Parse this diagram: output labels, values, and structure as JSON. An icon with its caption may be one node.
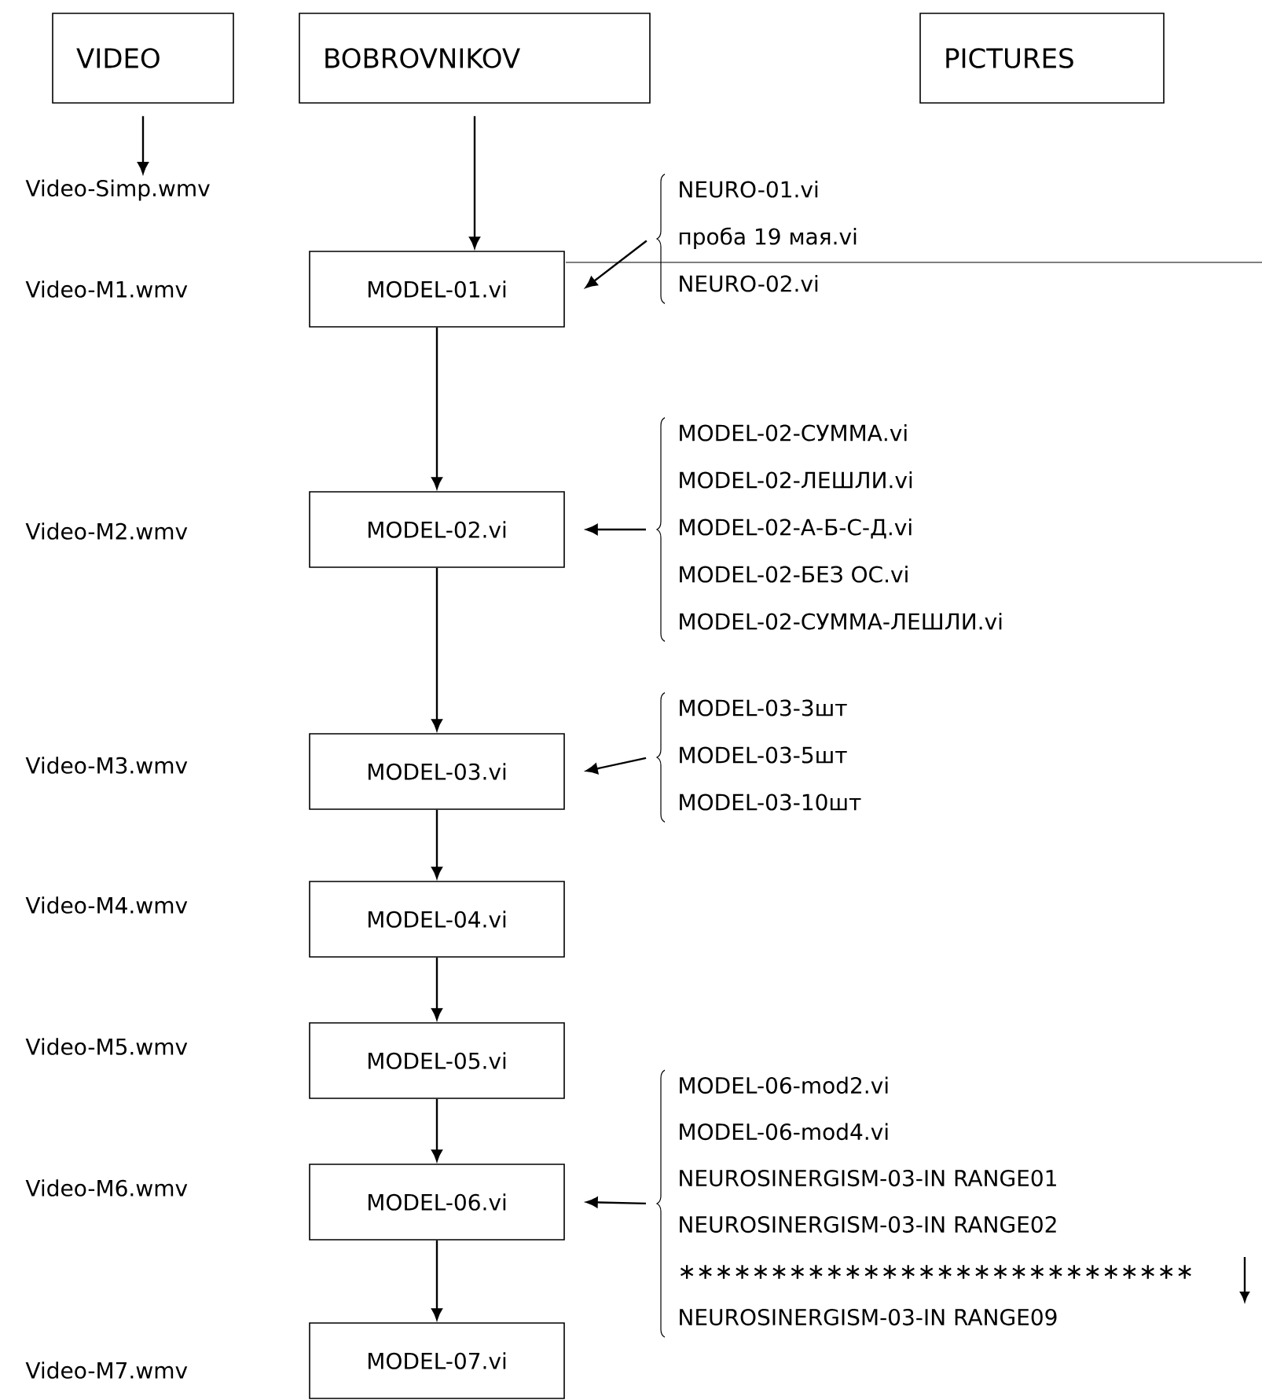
{
  "diagram": {
    "nodes": [
      {
        "text": [
          "VIDEO"
        ]
      },
      {
        "text": [
          "BOBROVNIKOV"
        ]
      },
      {
        "text": [
          "PICTURES"
        ]
      },
      {
        "text": [
          "Video-Simp.wmv"
        ]
      },
      {
        "text": [
          "MODEL-01.vi"
        ]
      },
      {
        "text": [
          "MODEL-02.vi"
        ]
      },
      {
        "text": [
          "MODEL-03.vi"
        ]
      },
      {
        "text": [
          "MODEL-04.vi"
        ]
      },
      {
        "text": [
          "MODEL-05.vi"
        ]
      },
      {
        "text": [
          "MODEL-06.vi"
        ]
      },
      {
        "text": [
          "MODEL-07.vi"
        ]
      },
      {
        "text": [
          "NEURO-01.vi",
          "проба 19 мая.vi",
          "NEURO-02.vi"
        ]
      },
      {
        "text": [
          "MODEL-02-СУММА.vi",
          "MODEL-02-ЛЕШЛИ.vi",
          "MODEL-02-А-Б-С-Д.vi",
          "MODEL-02-БЕЗ ОС.vi",
          "MODEL-02-СУММА-ЛЕШЛИ.vi"
        ]
      },
      {
        "text": [
          "MODEL-03-3шт",
          "MODEL-03-5шт",
          "MODEL-03-10шт"
        ]
      },
      {
        "text": [
          "MODEL-06-mod2.vi",
          "MODEL-06-mod4.vi",
          "NEUROSINERGISM-03-IN RANGE01",
          "NEUROSINERGISM-03-IN RANGE02",
          "∗∗∗∗∗∗∗∗∗∗∗∗∗∗∗∗∗∗∗∗∗∗∗∗∗∗∗∗",
          "NEUROSINERGISM-03-IN RANGE09"
        ]
      }
    ],
    "edges": [
      {
        "from": 0,
        "to": 3,
        "arrow": "to"
      },
      {
        "from": 1,
        "to": 4,
        "arrow": "to"
      },
      {
        "from": 4,
        "to": 5,
        "arrow": "to"
      },
      {
        "from": 5,
        "to": 6,
        "arrow": "to"
      },
      {
        "from": 6,
        "to": 7,
        "arrow": "to"
      },
      {
        "from": 7,
        "to": 8,
        "arrow": "to"
      },
      {
        "from": 8,
        "to": 9,
        "arrow": "to"
      },
      {
        "from": 9,
        "to": 10,
        "arrow": "to"
      },
      {
        "from": 11,
        "to": 4,
        "arrow": "to"
      },
      {
        "from": 12,
        "to": 5,
        "arrow": "to"
      },
      {
        "from": 13,
        "to": 6,
        "arrow": "to"
      },
      {
        "from": 14,
        "to": 9,
        "arrow": "to"
      }
    ],
    "labels": [
      "Video-M1.wmv",
      "Video-M2.wmv",
      "Video-M3.wmv",
      "Video-M4.wmv",
      "Video-M5.wmv",
      "Video-M6.wmv",
      "Video-M7.wmv"
    ]
  }
}
